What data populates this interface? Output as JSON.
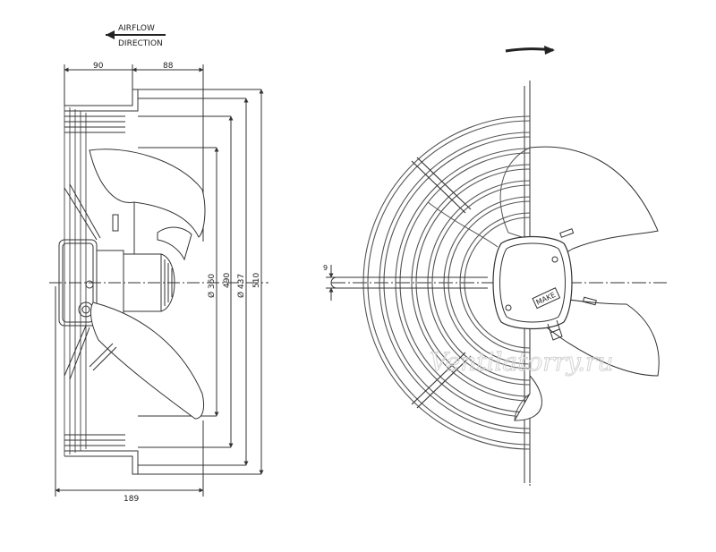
{
  "airflow": {
    "line1": "AIRFLOW",
    "line2": "DIRECTION"
  },
  "dims": {
    "top_left": "90",
    "top_right": "88",
    "bottom": "189",
    "d360": "Ø 360",
    "d437": "Ø 437",
    "d490": "490",
    "d510": "510",
    "nine": "9"
  },
  "motor_label": "MAKE",
  "watermark": "Ventilatorry.ru",
  "colors": {
    "line": "#333333",
    "grid": "#555555",
    "watermark": "#d4d4d4"
  }
}
